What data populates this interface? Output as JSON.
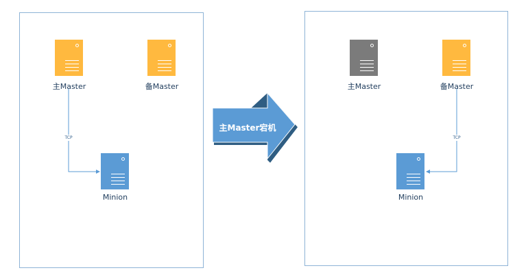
{
  "colors": {
    "primary_server": "#ffb93f",
    "backup_server": "#ffb93f",
    "failed_server": "#7b7b7b",
    "minion_server": "#5b9bd5",
    "panel_border": "#8db3d6",
    "connector": "#5b9bd5",
    "arrow_face": "#5b9bd5",
    "arrow_side": "#2f5d82"
  },
  "before": {
    "primary_label": "主Master",
    "backup_label": "备Master",
    "minion_label": "Minion",
    "connection_label": "TCP"
  },
  "transition": {
    "label": "主Master宕机"
  },
  "after": {
    "primary_label": "主Master",
    "backup_label": "备Master",
    "minion_label": "Minion",
    "connection_label": "TCP"
  }
}
